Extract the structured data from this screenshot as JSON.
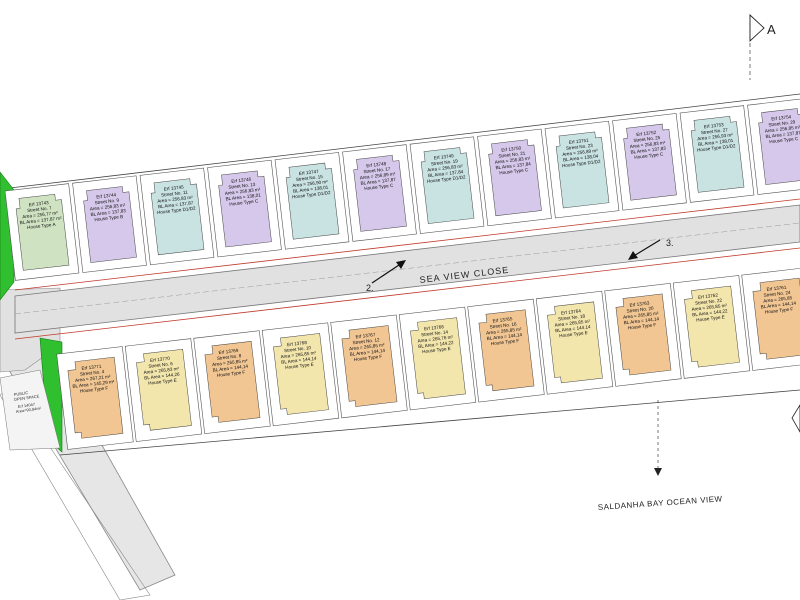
{
  "road_name": "SEA VIEW CLOSE",
  "view_label": "SALDANHA BAY OCEAN VIEW",
  "section_marker": "A",
  "road_markers": [
    "2.",
    "3."
  ],
  "open_space": {
    "line1": "PUBLIC",
    "line2": "OPEN SPACE",
    "erf": "Erf 14047",
    "area": "Area=90,84m²"
  },
  "colors": {
    "type_a": "#cfe3c2",
    "type_b": "#d5c8ea",
    "type_c": "#d5c8ea",
    "type_d": "#c9e2e2",
    "type_e": "#f3e6ad",
    "type_f": "#f1c693",
    "green": "#2fbf2f",
    "road": "#e1e1e1",
    "boundary": "#c0392b"
  },
  "north_plots": [
    {
      "erf": "Erf 13743",
      "street": "Street No. 7",
      "area": "Area = 256,77 m²",
      "bl": "BL Area = 137,87 m²",
      "type": "House Type A",
      "t": "a"
    },
    {
      "erf": "Erf 13744",
      "street": "Street No. 9",
      "area": "Area = 256,83 m²",
      "bl": "BL Area = 137,83",
      "type": "House Type B",
      "t": "b"
    },
    {
      "erf": "Erf 13745",
      "street": "Street No. 11",
      "area": "Area = 256,83 m²",
      "bl": "BL Area = 137,87",
      "type": "House Type D1/D2",
      "t": "d"
    },
    {
      "erf": "Erf 13746",
      "street": "Street No. 13",
      "area": "Area = 256,83 m²",
      "bl": "BL Area = 138,01",
      "type": "House Type C",
      "t": "c"
    },
    {
      "erf": "Erf 13747",
      "street": "Street No. 15",
      "area": "Area = 256,90 m²",
      "bl": "BL Area = 138,01",
      "type": "House Type D1/D2",
      "t": "d"
    },
    {
      "erf": "Erf 13748",
      "street": "Street No. 17",
      "area": "Area = 256,89 m²",
      "bl": "BL Area = 137,87",
      "type": "House Type C",
      "t": "c"
    },
    {
      "erf": "Erf 13749",
      "street": "Street No. 19",
      "area": "Area = 256,83 m²",
      "bl": "BL Area = 137,84",
      "type": "House Type D1/D2",
      "t": "d"
    },
    {
      "erf": "Erf 13750",
      "street": "Street No. 21",
      "area": "Area = 256,83 m²",
      "bl": "BL Area = 137,84",
      "type": "House Type C",
      "t": "c"
    },
    {
      "erf": "Erf 13751",
      "street": "Street No. 23",
      "area": "Area = 256,89 m²",
      "bl": "BL Area = 138,04",
      "type": "House Type D1/D2",
      "t": "d"
    },
    {
      "erf": "Erf 13752",
      "street": "Street No. 25",
      "area": "Area = 256,83 m²",
      "bl": "BL Area = 137,83",
      "type": "House Type C",
      "t": "c"
    },
    {
      "erf": "Erf 13753",
      "street": "Street No. 27",
      "area": "Area = 256,93 m²",
      "bl": "BL Area = 138,01",
      "type": "House Type D1/D2",
      "t": "d"
    },
    {
      "erf": "Erf 13754",
      "street": "Street No. 29",
      "area": "Area = 256,85 m²",
      "bl": "BL Area = 137,87",
      "type": "House Type C",
      "t": "c"
    }
  ],
  "south_plots": [
    {
      "erf": "Erf 13771",
      "street": "Street No. 4",
      "area": "Area = 267,21 m²",
      "bl": "BL Area = 145,29 m²",
      "type": "House Type F",
      "t": "f"
    },
    {
      "erf": "Erf 13770",
      "street": "Street No. 6",
      "area": "Area = 265,83 m²",
      "bl": "BL Area = 144,26",
      "type": "House Type E",
      "t": "e"
    },
    {
      "erf": "Erf 13769",
      "street": "Street No. 8",
      "area": "Area = 265,85 m²",
      "bl": "BL Area = 144,14",
      "type": "House Type F",
      "t": "f"
    },
    {
      "erf": "Erf 13768",
      "street": "Street No. 10",
      "area": "Area = 265,85 m²",
      "bl": "BL Area = 144,14",
      "type": "House Type E",
      "t": "e"
    },
    {
      "erf": "Erf 13767",
      "street": "Street No. 12",
      "area": "Area = 265,85 m²",
      "bl": "BL Area = 144,14",
      "type": "House Type F",
      "t": "f"
    },
    {
      "erf": "Erf 13766",
      "street": "Street No. 14",
      "area": "Area = 265,76 m²",
      "bl": "BL Area = 144,22",
      "type": "House Type E",
      "t": "e"
    },
    {
      "erf": "Erf 13765",
      "street": "Street No. 16",
      "area": "Area = 265,85 m²",
      "bl": "BL Area = 144,14",
      "type": "House Type F",
      "t": "f"
    },
    {
      "erf": "Erf 13764",
      "street": "Street No. 18",
      "area": "Area = 265,85 m²",
      "bl": "BL Area = 144,14",
      "type": "House Type E",
      "t": "e"
    },
    {
      "erf": "Erf 13763",
      "street": "Street No. 20",
      "area": "Area = 265,85 m²",
      "bl": "BL Area = 144,14",
      "type": "House Type F",
      "t": "f"
    },
    {
      "erf": "Erf 13762",
      "street": "Street No. 22",
      "area": "Area = 265,85 m²",
      "bl": "BL Area = 144,22",
      "type": "House Type E",
      "t": "e"
    },
    {
      "erf": "Erf 13761",
      "street": "Street No. 24",
      "area": "Area = 265,85",
      "bl": "BL Area = 144,14",
      "type": "House Type F",
      "t": "f"
    }
  ]
}
